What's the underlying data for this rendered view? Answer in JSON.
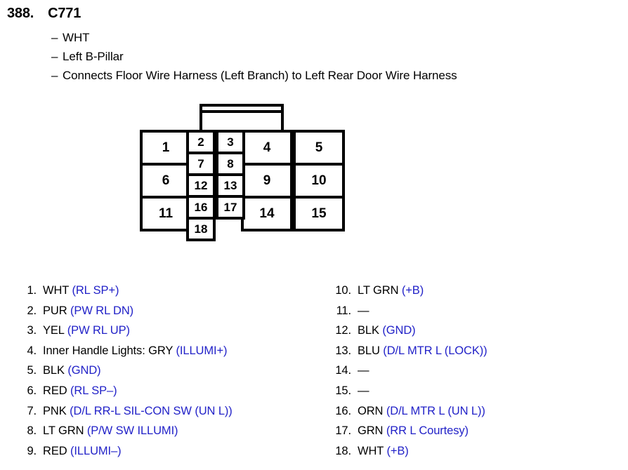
{
  "header": {
    "number": "388.",
    "connector_id": "C771",
    "bullets": [
      "WHT",
      "Left B-Pillar",
      "Connects Floor Wire Harness (Left Branch) to Left Rear Door Wire Harness"
    ],
    "dash": "–"
  },
  "connector": {
    "latch_label": "connector-latch",
    "outer_cells": [
      {
        "pin": "1",
        "col": 0,
        "row": 0
      },
      {
        "pin": "6",
        "col": 0,
        "row": 1
      },
      {
        "pin": "11",
        "col": 0,
        "row": 2
      },
      {
        "pin": "4",
        "col": 1,
        "row": 0
      },
      {
        "pin": "9",
        "col": 1,
        "row": 1
      },
      {
        "pin": "14",
        "col": 1,
        "row": 2
      },
      {
        "pin": "5",
        "col": 2,
        "row": 0
      },
      {
        "pin": "10",
        "col": 2,
        "row": 1
      },
      {
        "pin": "15",
        "col": 2,
        "row": 2
      }
    ],
    "inner_cells": [
      {
        "pin": "2",
        "col": 0,
        "row": 0
      },
      {
        "pin": "3",
        "col": 1,
        "row": 0
      },
      {
        "pin": "7",
        "col": 0,
        "row": 1
      },
      {
        "pin": "8",
        "col": 1,
        "row": 1
      },
      {
        "pin": "12",
        "col": 0,
        "row": 2
      },
      {
        "pin": "13",
        "col": 1,
        "row": 2
      },
      {
        "pin": "16",
        "col": 0,
        "row": 3
      },
      {
        "pin": "17",
        "col": 1,
        "row": 3
      },
      {
        "pin": "18",
        "col": 0,
        "row": 4
      }
    ]
  },
  "pins": {
    "signal_color": "#2222c8",
    "empty_mark": "—",
    "left_column": [
      {
        "index": "1.",
        "desc": "WHT ",
        "signal": "(RL SP+)"
      },
      {
        "index": "2.",
        "desc": "PUR ",
        "signal": "(PW RL DN)"
      },
      {
        "index": "3.",
        "desc": "YEL ",
        "signal": "(PW RL UP)"
      },
      {
        "index": "4.",
        "desc": "Inner Handle Lights: GRY ",
        "signal": "(ILLUMI+)"
      },
      {
        "index": "5.",
        "desc": "BLK ",
        "signal": "(GND)"
      },
      {
        "index": "6.",
        "desc": "RED ",
        "signal": "(RL SP–)"
      },
      {
        "index": "7.",
        "desc": "PNK ",
        "signal": "(D/L RR-L SIL-CON SW (UN L))"
      },
      {
        "index": "8.",
        "desc": "LT GRN ",
        "signal": "(P/W SW ILLUMI)"
      },
      {
        "index": "9.",
        "desc": "RED ",
        "signal": "(ILLUMI–)"
      }
    ],
    "right_column": [
      {
        "index": "10.",
        "desc": "LT GRN ",
        "signal": "(+B)"
      },
      {
        "index": "11.",
        "desc": "—",
        "signal": ""
      },
      {
        "index": "12.",
        "desc": "BLK ",
        "signal": "(GND)"
      },
      {
        "index": "13.",
        "desc": "BLU ",
        "signal": "(D/L MTR L (LOCK))"
      },
      {
        "index": "14.",
        "desc": "—",
        "signal": ""
      },
      {
        "index": "15.",
        "desc": "—",
        "signal": ""
      },
      {
        "index": "16.",
        "desc": "ORN ",
        "signal": "(D/L MTR L (UN L))"
      },
      {
        "index": "17.",
        "desc": "GRN ",
        "signal": "(RR L Courtesy)"
      },
      {
        "index": "18.",
        "desc": "WHT ",
        "signal": "(+B)"
      }
    ]
  }
}
